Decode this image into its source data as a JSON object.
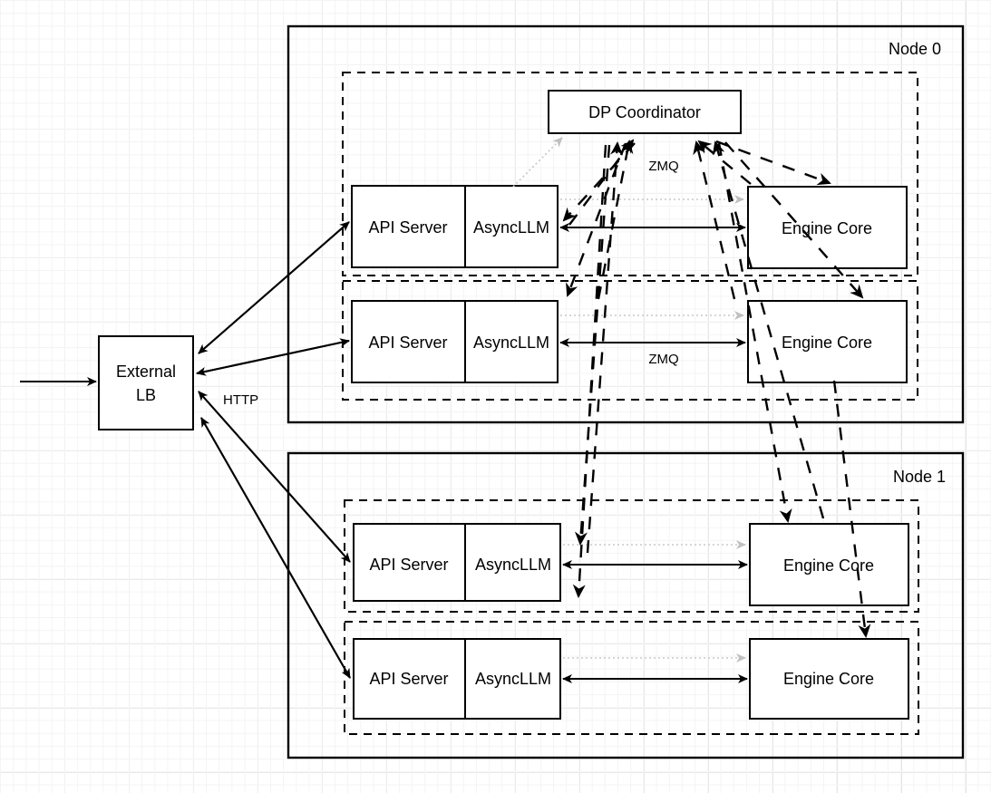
{
  "diagram": {
    "title": "vLLM data-parallel deployment topology",
    "background": "graph-paper",
    "colors": {
      "stroke": "#000000",
      "fill": "#ffffff",
      "dotted_edge": "#c8c8c8",
      "grid_minor": "#f4f4f4",
      "grid_major": "#e3e3e3"
    }
  },
  "external": {
    "lb_label_line1": "External",
    "lb_label_line2": "LB",
    "http_label": "HTTP"
  },
  "nodes": [
    {
      "id": "node0",
      "label": "Node 0",
      "coordinator": {
        "label": "DP Coordinator"
      },
      "zmq_label_top": "ZMQ",
      "zmq_label_bottom": "ZMQ",
      "ranks": [
        {
          "api_server": "API Server",
          "async_llm": "AsyncLLM",
          "engine_core": "Engine Core"
        },
        {
          "api_server": "API Server",
          "async_llm": "AsyncLLM",
          "engine_core": "Engine Core"
        }
      ]
    },
    {
      "id": "node1",
      "label": "Node 1",
      "ranks": [
        {
          "api_server": "API Server",
          "async_llm": "AsyncLLM",
          "engine_core": "Engine Core"
        },
        {
          "api_server": "API Server",
          "async_llm": "AsyncLLM",
          "engine_core": "Engine Core"
        }
      ]
    }
  ]
}
